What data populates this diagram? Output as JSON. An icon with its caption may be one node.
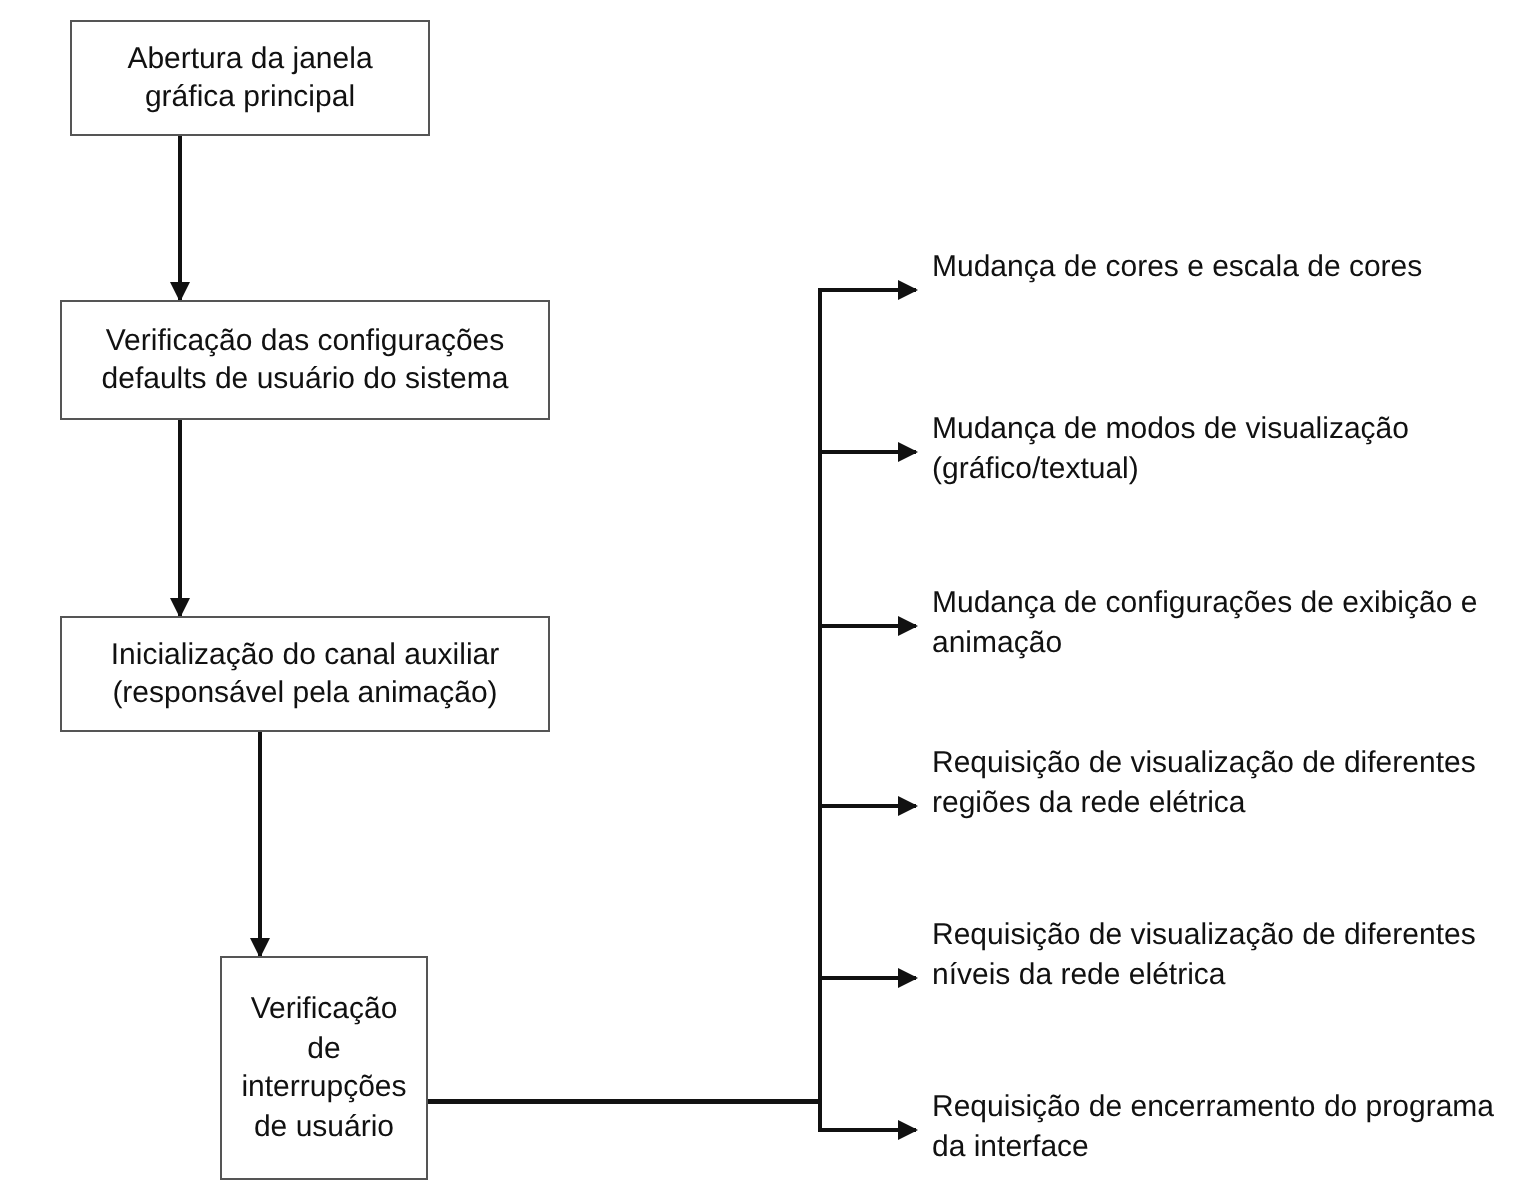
{
  "diagram": {
    "nodes": [
      {
        "text": [
          "Abertura da janela gráfica principal"
        ]
      },
      {
        "text": [
          "Verificação das configurações defaults de usuário do sistema"
        ]
      },
      {
        "text": [
          "Inicialização do canal auxiliar (responsável pela animação)"
        ]
      },
      {
        "text": [
          "Verificação de interrupções de usuário"
        ]
      },
      {
        "text": [
          "Mudança de cores e escala de cores"
        ]
      },
      {
        "text": [
          "Mudança de modos de visualização (gráfico/textual)"
        ]
      },
      {
        "text": [
          "Mudança de configurações de exibição e animação"
        ]
      },
      {
        "text": [
          "Requisição de visualização de diferentes regiões da rede elétrica"
        ]
      },
      {
        "text": [
          "Requisição de visualização de diferentes níveis da rede elétrica"
        ]
      },
      {
        "text": [
          "Requisição de encerramento do programa da interface"
        ]
      }
    ],
    "edges": [
      {
        "from": 0,
        "to": 1,
        "arrow": "to"
      },
      {
        "from": 1,
        "to": 2,
        "arrow": "to"
      },
      {
        "from": 2,
        "to": 3,
        "arrow": "to"
      },
      {
        "from": 3,
        "to": 4,
        "arrow": "to"
      },
      {
        "from": 3,
        "to": 5,
        "arrow": "to"
      },
      {
        "from": 3,
        "to": 6,
        "arrow": "to"
      },
      {
        "from": 3,
        "to": 7,
        "arrow": "to"
      },
      {
        "from": 3,
        "to": 8,
        "arrow": "to"
      },
      {
        "from": 3,
        "to": 9,
        "arrow": "to"
      }
    ]
  }
}
